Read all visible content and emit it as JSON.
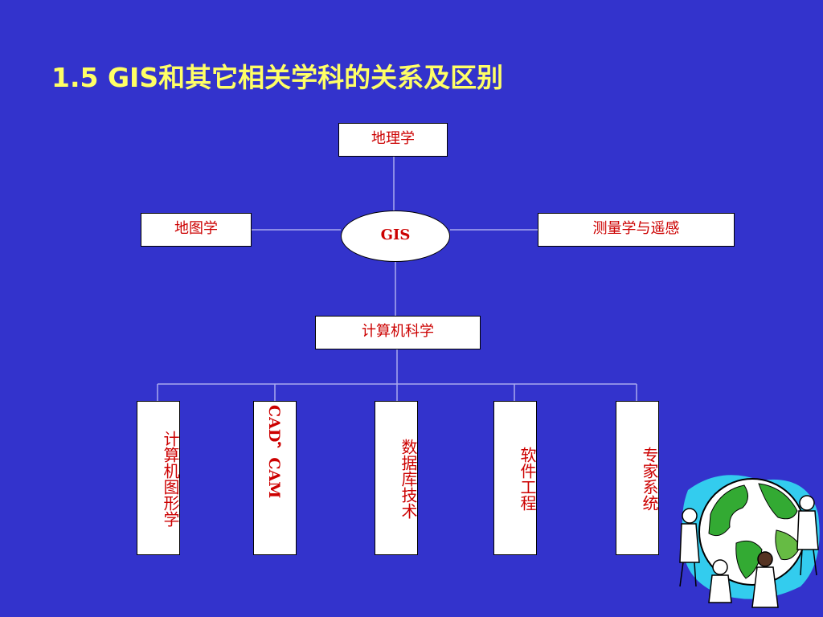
{
  "slide": {
    "title": "1.5 GIS和其它相关学科的关系及区别"
  },
  "diagram": {
    "nodes": {
      "top": "地理学",
      "left": "地图学",
      "center": "GIS",
      "right": "测量学与遥感",
      "middle": "计算机科学"
    },
    "children": [
      "计算机图形学",
      "CAD，CAM",
      "数据库技术",
      "软件工程",
      "专家系统"
    ]
  },
  "colors": {
    "background": "#3333cc",
    "title": "#ffff66",
    "node_text": "#cc0000",
    "connector": "#aaaaee"
  },
  "decoration": {
    "icon": "globe-people-icon"
  }
}
